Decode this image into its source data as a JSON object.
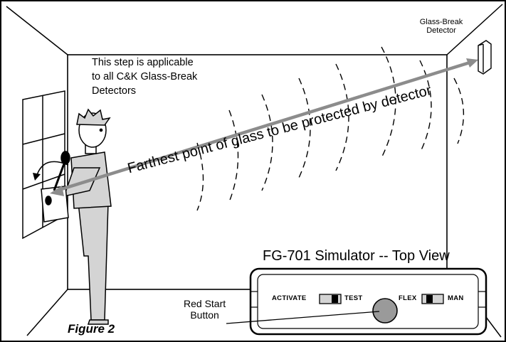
{
  "figure": {
    "label": "Figure 2"
  },
  "note": {
    "lines": [
      "This step is applicable",
      "to all C&K Glass-Break",
      "Detectors"
    ]
  },
  "detector": {
    "lines": [
      "Glass-Break",
      "Detector"
    ]
  },
  "beam": {
    "label": "Farthest point of glass to be protected by detector"
  },
  "simulator": {
    "title": "FG-701 Simulator -- Top View",
    "switch_left": {
      "left_label": "ACTIVATE",
      "right_label": "TEST"
    },
    "switch_right": {
      "left_label": "FLEX",
      "right_label": "MAN"
    }
  },
  "start_button": {
    "lines": [
      "Red Start",
      "Button"
    ]
  }
}
